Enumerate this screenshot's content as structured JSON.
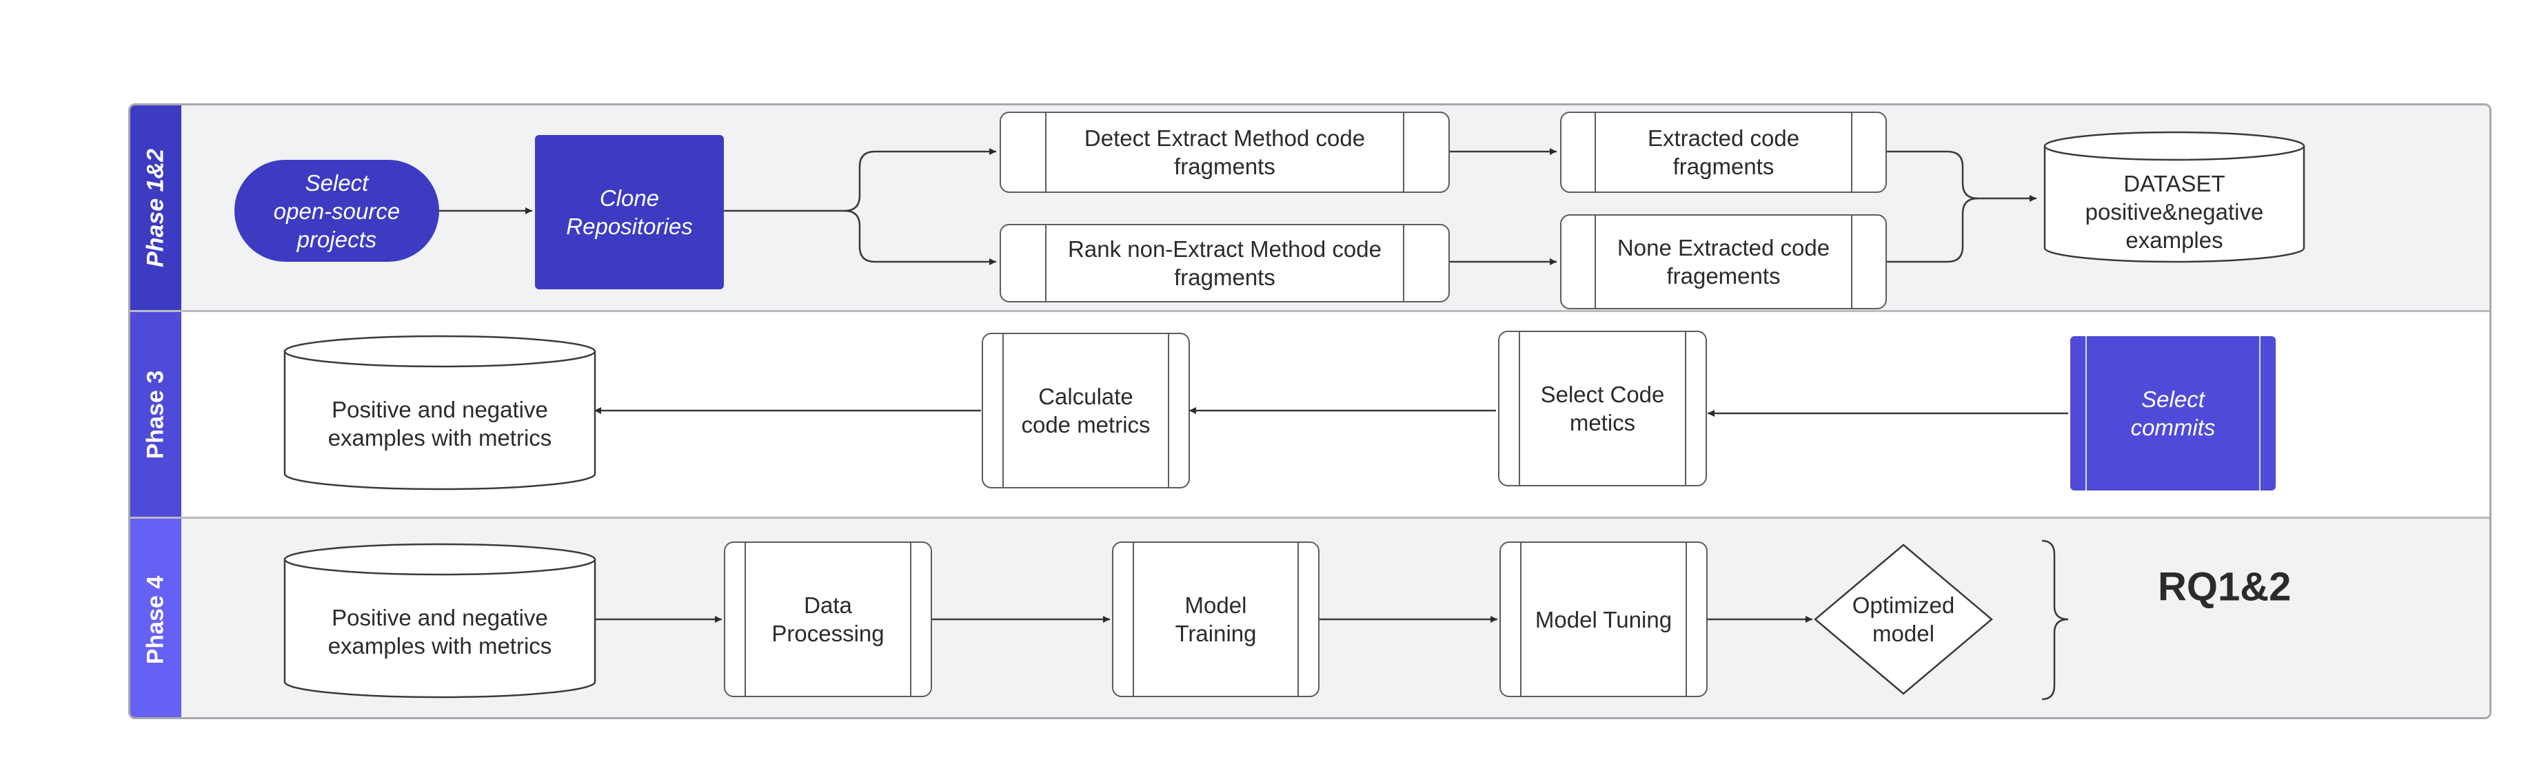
{
  "phases": {
    "p12": "Phase 1&2",
    "p3": "Phase 3",
    "p4": "Phase 4"
  },
  "nodes": {
    "select_projects": "Select\nopen-source\nprojects",
    "clone_repos": "Clone\nRepositories",
    "detect_extract": "Detect Extract Method code\nfragments",
    "rank_non_extract": "Rank non-Extract Method code\nfragments",
    "extracted_fragments": "Extracted code\nfragments",
    "none_extracted_fragments": "None Extracted code\nfragements",
    "dataset": "DATASET\npositive&negative\nexamples",
    "select_commits": "Select\ncommits",
    "select_code_metrics": "Select Code\nmetics",
    "calculate_metrics": "Calculate\ncode metrics",
    "examples_metrics_p3": "Positive and negative\nexamples with metrics",
    "examples_metrics_p4": "Positive and negative\nexamples with metrics",
    "data_processing": "Data\nProcessing",
    "model_training": "Model\nTraining",
    "model_tuning": "Model Tuning",
    "optimized_model": "Optimized\nmodel"
  },
  "result_label": "RQ1&2",
  "colors": {
    "phase12": "#3d3bc2",
    "phase3": "#4f4ad8",
    "phase4": "#6660f5",
    "lane_fill": "#f1f2f4",
    "stroke": "#5c5c5c"
  }
}
